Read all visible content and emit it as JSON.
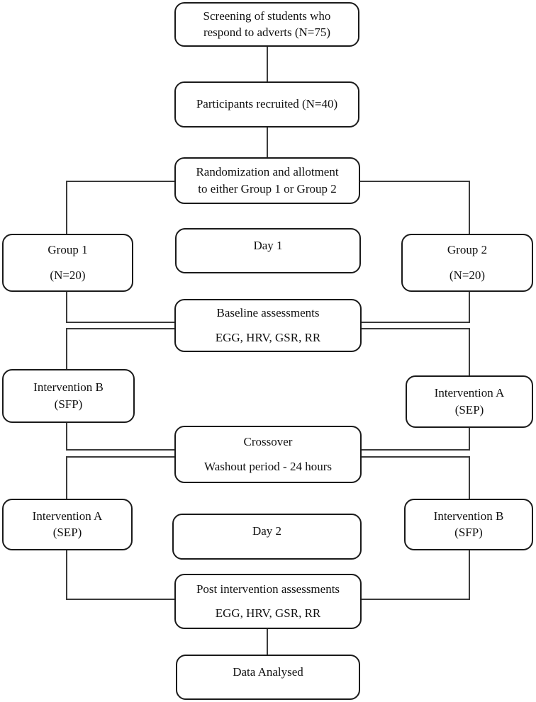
{
  "diagram": {
    "title": "Crossover trial participant flow diagram",
    "stroke_color": "#1a1a1a",
    "background_color": "#ffffff",
    "nodes": {
      "screening": {
        "line1": "Screening of students who",
        "line2": "respond to adverts (N=75)"
      },
      "recruited": {
        "line1": "Participants recruited (N=40)"
      },
      "randomization": {
        "line1": "Randomization and allotment",
        "line2": "to either Group 1 or Group 2"
      },
      "group1": {
        "line1": "Group 1",
        "line2": "(N=20)"
      },
      "day1": {
        "line1": "Day 1"
      },
      "group2": {
        "line1": "Group 2",
        "line2": "(N=20)"
      },
      "intervention_b_day1": {
        "line1": "Intervention B",
        "line2": "(SFP)"
      },
      "baseline": {
        "line1": "Baseline assessments",
        "line2": "EGG, HRV, GSR, RR"
      },
      "intervention_a_day1": {
        "line1": "Intervention A",
        "line2": "(SEP)"
      },
      "intervention_a_day2": {
        "line1": "Intervention A",
        "line2": "(SEP)"
      },
      "crossover": {
        "line1": "Crossover",
        "line2": "Washout period - 24 hours"
      },
      "intervention_b_day2": {
        "line1": "Intervention B",
        "line2": "(SFP)"
      },
      "day2": {
        "line1": "Day 2"
      },
      "post_intervention": {
        "line1": "Post intervention assessments",
        "line2": "EGG, HRV, GSR, RR"
      },
      "data_analysed": {
        "line1": "Data Analysed"
      }
    }
  }
}
